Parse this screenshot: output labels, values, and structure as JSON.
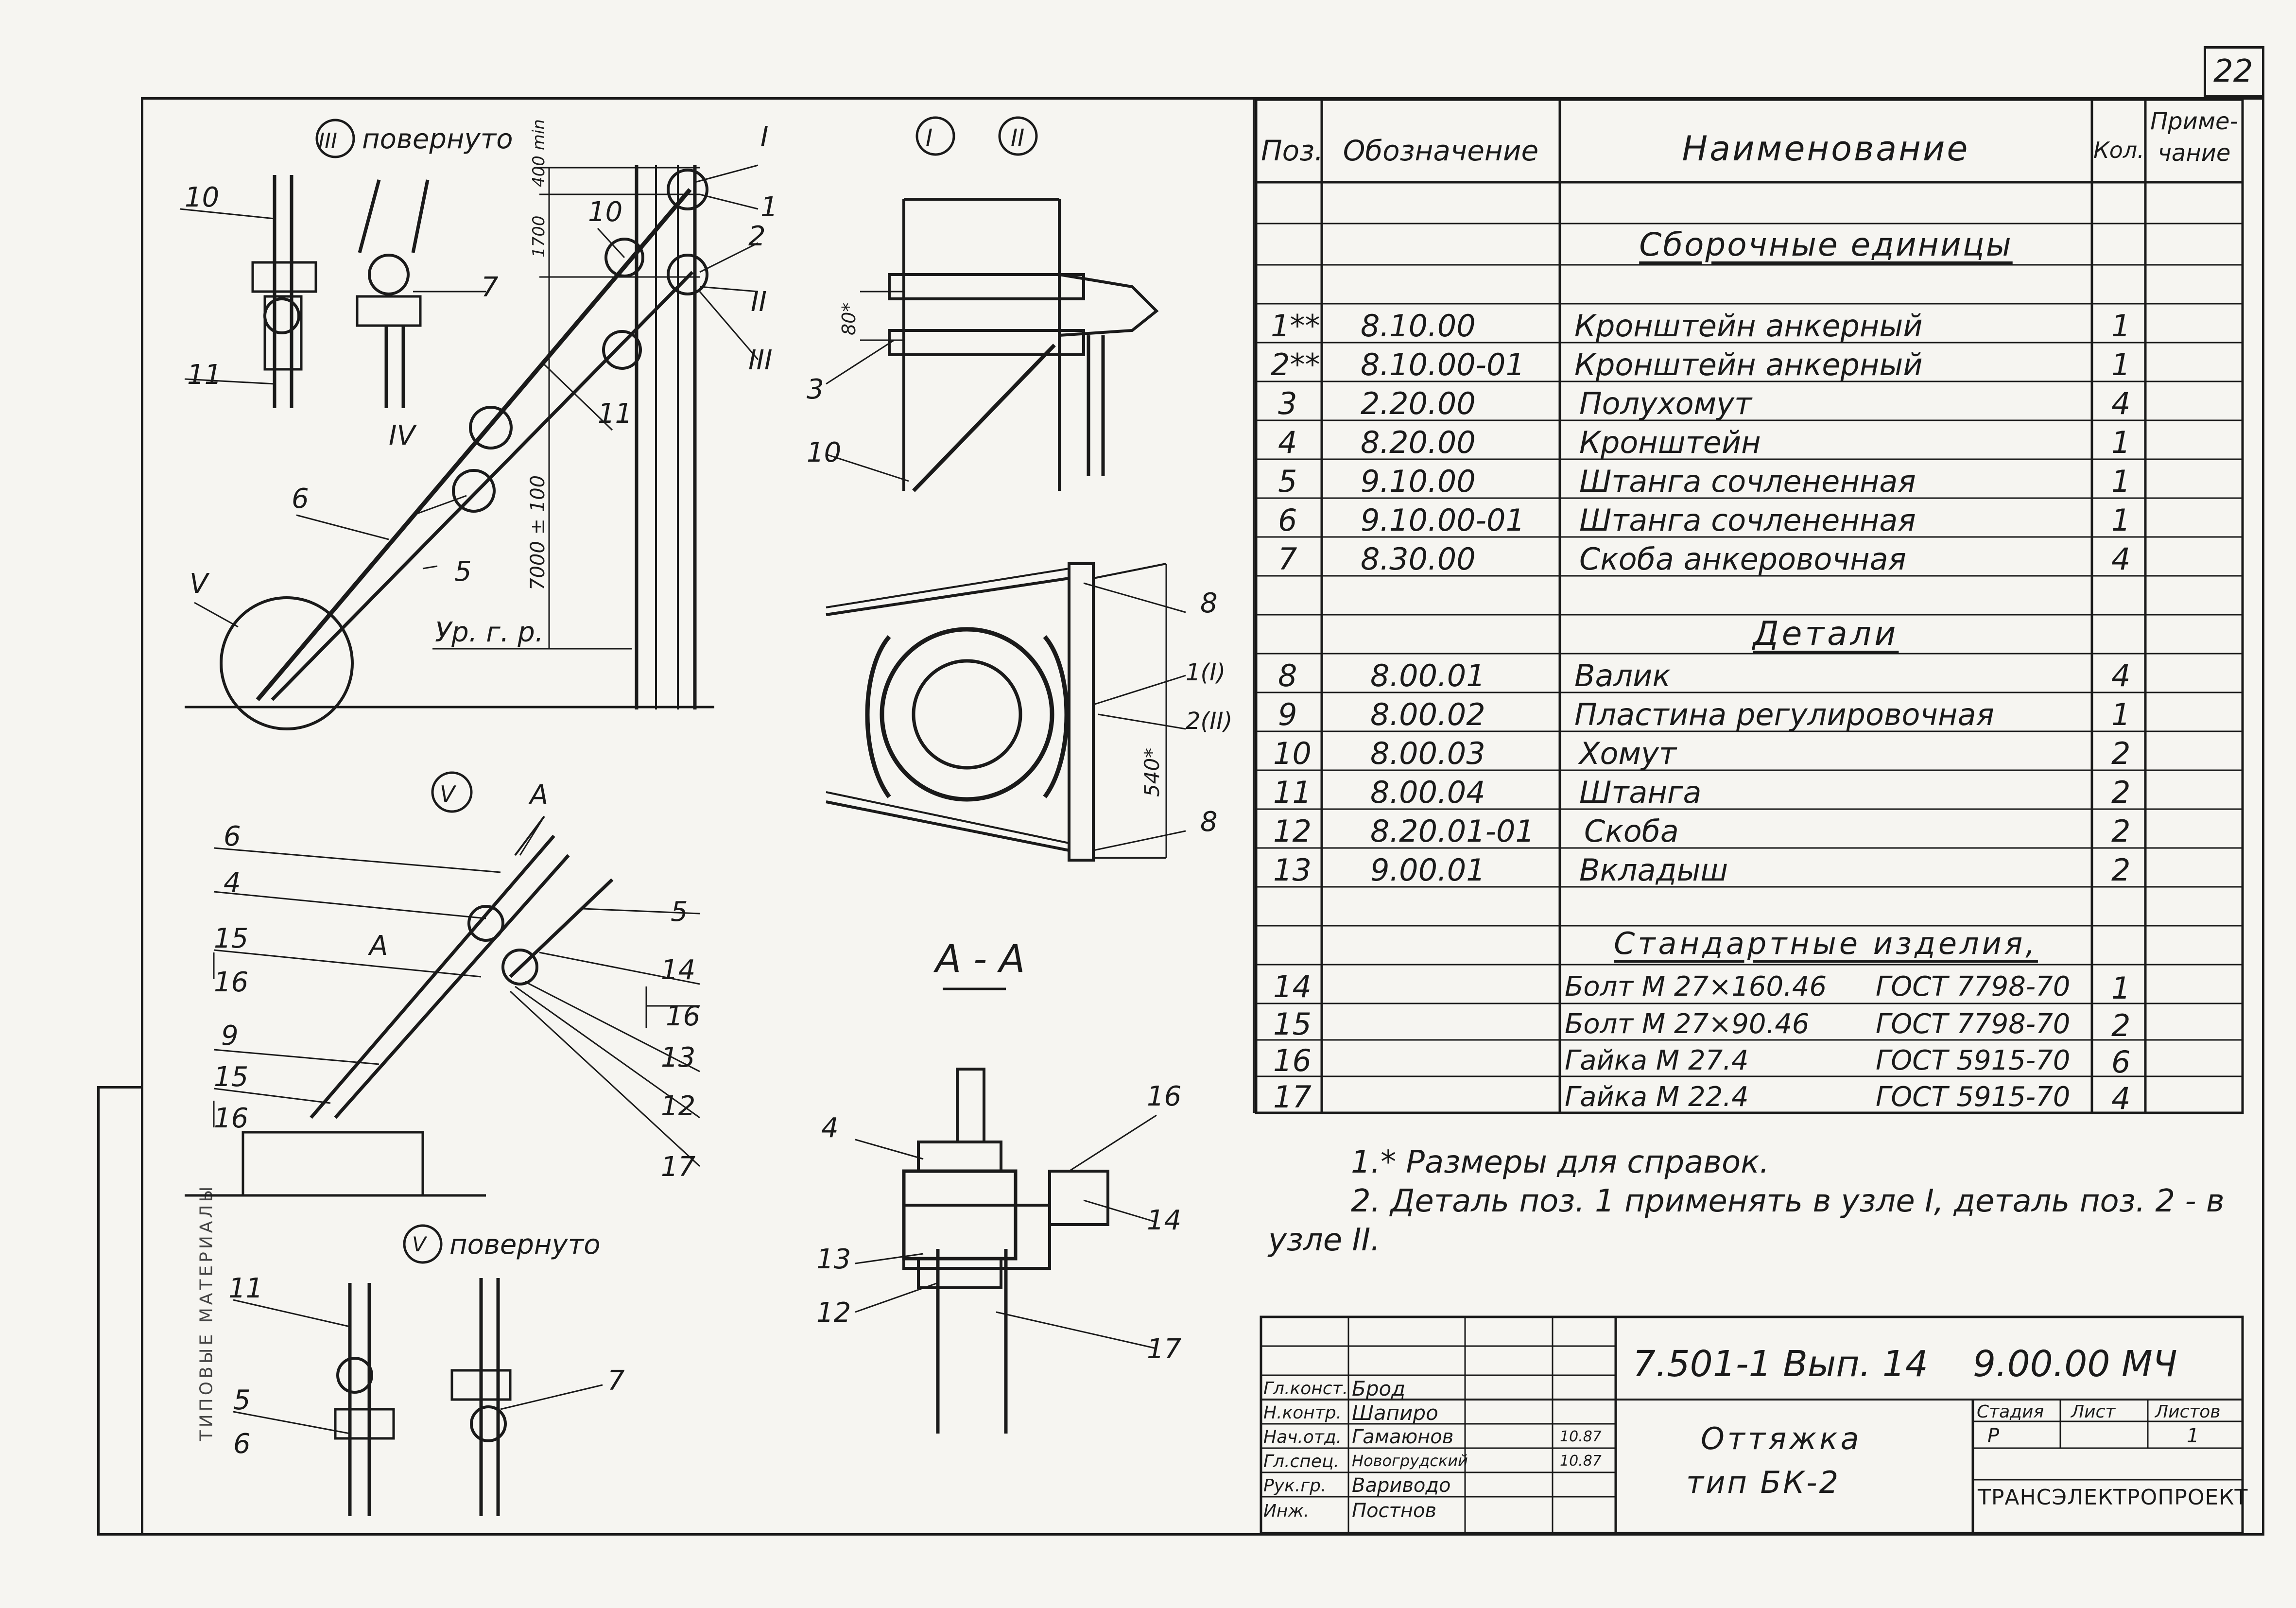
{
  "sheet": {
    "number": "22",
    "left_vertical_strip": "ТИПОВЫЕ МАТЕРИАЛЫ"
  },
  "views": {
    "top_left_title": "повернуто",
    "top_left_circle": "III",
    "nodes_title_left": "I",
    "nodes_title_right": "II",
    "node_v": "V",
    "node_v_rotated": "повернуто",
    "node_v_rotated_circle": "V",
    "section_title": "А - А",
    "ground_level": "Ур. г. р.",
    "dim_400": "400 min",
    "dim_1700": "1700",
    "dim_7000": "7000 ± 100",
    "dim_80": "80*",
    "dim_540": "540*",
    "labels": {
      "l10": "10",
      "l11": "11",
      "l7": "7",
      "l6": "6",
      "l5": "5",
      "l1": "1",
      "l2": "2",
      "rI": "I",
      "rII": "II",
      "rIII": "III",
      "rIV": "IV",
      "rV": "V",
      "l3": "3",
      "l8a": "8",
      "l8b": "8",
      "l1I": "1(I)",
      "l2II": "2(II)",
      "v6": "6",
      "v4": "4",
      "v15a": "15",
      "v16a": "16",
      "v9": "9",
      "v15b": "15",
      "v16b": "16",
      "v5": "5",
      "v14": "14",
      "v16c": "16",
      "v13": "13",
      "v12": "12",
      "v17": "17",
      "vA1": "А",
      "vA2": "А",
      "aa4": "4",
      "aa13": "13",
      "aa12": "12",
      "aa16": "16",
      "aa14": "14",
      "aa17": "17",
      "r11": "11",
      "r5": "5",
      "r6": "6",
      "r7": "7"
    }
  },
  "spec_table": {
    "headers": {
      "pos": "Поз.",
      "designation": "Обозначение",
      "name": "Наименование",
      "qty": "Кол.",
      "note_l1": "Приме-",
      "note_l2": "чание"
    },
    "section_assembly": "Сборочные единицы",
    "section_parts": "Детали",
    "section_standard": "Стандартные изделия,",
    "rows": [
      {
        "pos": "1**",
        "designation": "8.10.00",
        "name": "Кронштейн анкерный",
        "qty": "1"
      },
      {
        "pos": "2**",
        "designation": "8.10.00-01",
        "name": "Кронштейн анкерный",
        "qty": "1"
      },
      {
        "pos": "3",
        "designation": "2.20.00",
        "name": "Полухомут",
        "qty": "4"
      },
      {
        "pos": "4",
        "designation": "8.20.00",
        "name": "Кронштейн",
        "qty": "1"
      },
      {
        "pos": "5",
        "designation": "9.10.00",
        "name": "Штанга сочлененная",
        "qty": "1"
      },
      {
        "pos": "6",
        "designation": "9.10.00-01",
        "name": "Штанга сочлененная",
        "qty": "1"
      },
      {
        "pos": "7",
        "designation": "8.30.00",
        "name": "Скоба анкеровочная",
        "qty": "4"
      },
      {
        "pos": "8",
        "designation": "8.00.01",
        "name": "Валик",
        "qty": "4"
      },
      {
        "pos": "9",
        "designation": "8.00.02",
        "name": "Пластина регулировочная",
        "qty": "1"
      },
      {
        "pos": "10",
        "designation": "8.00.03",
        "name": "Хомут",
        "qty": "2"
      },
      {
        "pos": "11",
        "designation": "8.00.04",
        "name": "Штанга",
        "qty": "2"
      },
      {
        "pos": "12",
        "designation": "8.20.01-01",
        "name": "Скоба",
        "qty": "2"
      },
      {
        "pos": "13",
        "designation": "9.00.01",
        "name": "Вкладыш",
        "qty": "2"
      },
      {
        "pos": "14",
        "designation": "",
        "name": "Болт   М 27×160.46",
        "std": "ГОСТ 7798-70",
        "qty": "1"
      },
      {
        "pos": "15",
        "designation": "",
        "name": "Болт   М 27×90.46",
        "std": "ГОСТ 7798-70",
        "qty": "2"
      },
      {
        "pos": "16",
        "designation": "",
        "name": "Гайка  М 27.4",
        "std": "ГОСТ 5915-70",
        "qty": "6"
      },
      {
        "pos": "17",
        "designation": "",
        "name": "Гайка  М 22.4",
        "std": "ГОСТ 5915-70",
        "qty": "4"
      }
    ]
  },
  "notes": {
    "n1": "1.* Размеры для справок.",
    "n2": "2. Деталь поз. 1 применять в узле I, деталь поз. 2 - в",
    "n2b": "узле II."
  },
  "title_block": {
    "doc_code": "7.501-1 Вып. 14",
    "doc_number": "9.00.00 МЧ",
    "title_l1": "Оттяжка",
    "title_l2": "тип БК-2",
    "stage_hdr": "Стадия",
    "sheet_hdr": "Лист",
    "sheets_hdr": "Листов",
    "stage": "Р",
    "sheets": "1",
    "org": "ТРАНСЭЛЕКТРОПРОЕКТ",
    "people": [
      {
        "role": "Гл.конст.",
        "name": "Брод"
      },
      {
        "role": "Н.контр.",
        "name": "Шапиро"
      },
      {
        "role": "Нач.отд.",
        "name": "Гамаюнов",
        "date": "10.87"
      },
      {
        "role": "Гл.спец.",
        "name": "Новогрудский",
        "date": "10.87"
      },
      {
        "role": "Рук.гр.",
        "name": "Вариводо"
      },
      {
        "role": "Инж.",
        "name": "Постнов"
      }
    ]
  }
}
